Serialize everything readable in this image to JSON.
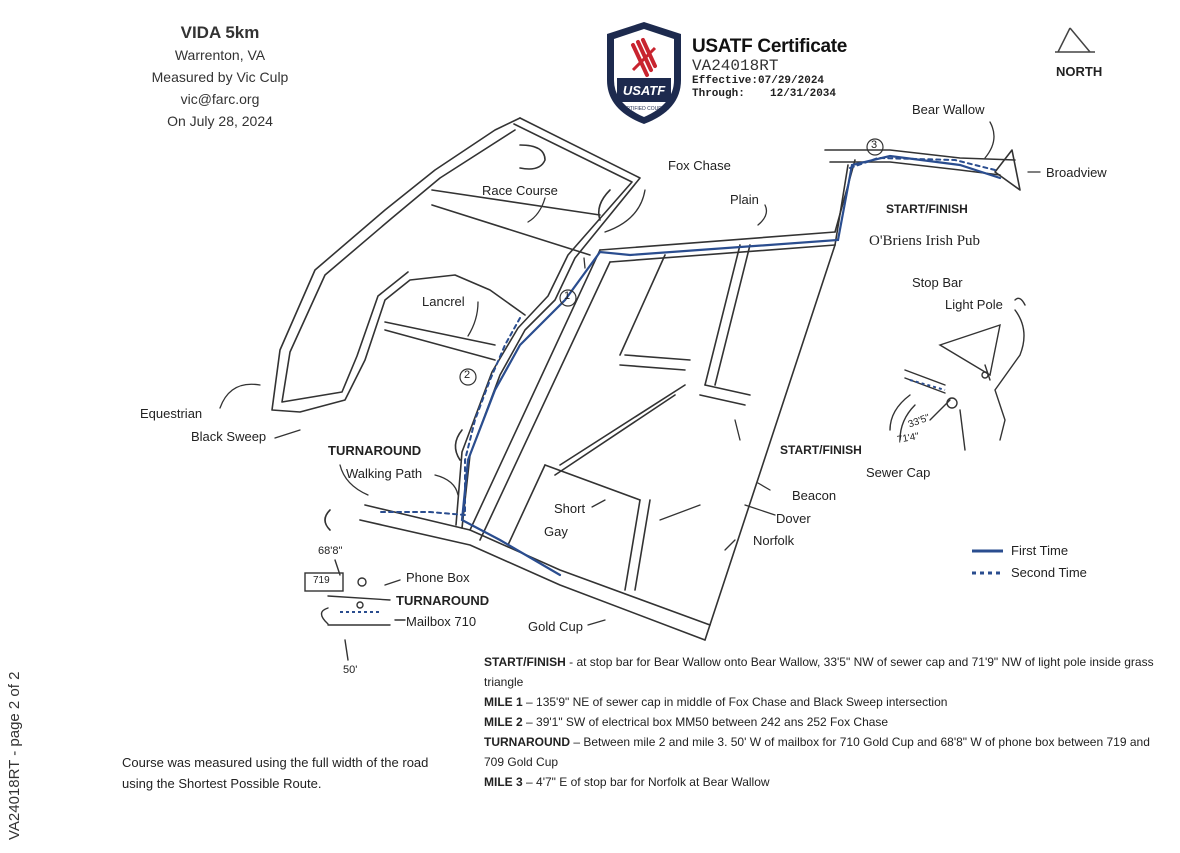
{
  "header": {
    "title": "VIDA 5km",
    "location": "Warrenton, VA",
    "measured_by": "Measured by Vic Culp",
    "email": "vic@farc.org",
    "date": "On July 28, 2024"
  },
  "certificate": {
    "badge_text": "USATF",
    "badge_subtext": "CERTIFIED COURSE",
    "title": "USATF Certificate",
    "id": "VA24018RT",
    "effective_label": "Effective:",
    "effective_date": "07/29/2024",
    "through_label": "Through:",
    "through_date": "12/31/2034",
    "badge_colors": {
      "navy": "#1d2a4e",
      "red": "#c8242f"
    }
  },
  "north": {
    "label": "NORTH"
  },
  "map_labels": {
    "race_course": "Race Course",
    "fox_chase": "Fox Chase",
    "plain": "Plain",
    "bear_wallow": "Bear Wallow",
    "broadview": "Broadview",
    "start_finish_top": "START/FINISH",
    "obriens": "O'Briens Irish Pub",
    "lancrel": "Lancrel",
    "equestrian": "Equestrian",
    "black_sweep": "Black Sweep",
    "turnaround_1": "TURNAROUND",
    "walking_path": "Walking Path",
    "short": "Short",
    "gay": "Gay",
    "start_finish_mid": "START/FINISH",
    "beacon": "Beacon",
    "dover": "Dover",
    "norfolk": "Norfolk",
    "gold_cup": "Gold Cup",
    "phone_box": "Phone Box",
    "turnaround_2": "TURNAROUND",
    "mailbox": "Mailbox 710",
    "dist_68": "68'8\"",
    "dist_50": "50'",
    "box_719": "719",
    "stop_bar": "Stop Bar",
    "light_pole": "Light Pole",
    "sewer_cap": "Sewer Cap",
    "dist_33": "33'5\"",
    "dist_71": "71'4\"",
    "mile_1": "1",
    "mile_2": "2",
    "mile_3": "3"
  },
  "legend": {
    "first": "First Time",
    "second": "Second Time",
    "color": "#2a4d8f"
  },
  "notes": [
    {
      "label": "START/FINISH",
      "text": " - at stop bar for Bear Wallow onto Bear Wallow, 33'5\" NW of sewer cap and 71'9\" NW of light pole inside grass triangle"
    },
    {
      "label": "MILE 1",
      "text": " – 135'9\" NE of sewer cap in middle of Fox Chase and Black Sweep intersection"
    },
    {
      "label": "MILE 2",
      "text": " – 39'1\" SW of electrical box MM50 between 242 ans 252 Fox Chase"
    },
    {
      "label": "TURNAROUND",
      "text": " –  Between mile 2 and mile 3. 50' W of mailbox for 710 Gold Cup and 68'8\" W of phone box between 719 and 709 Gold Cup"
    },
    {
      "label": "MILE 3",
      "text": " – 4'7\" E of stop bar for Norfolk at Bear Wallow"
    }
  ],
  "method_note": "Course was measured using the full width of the road using the Shortest Possible Route.",
  "side_label": "VA24018RT - page 2 of 2"
}
